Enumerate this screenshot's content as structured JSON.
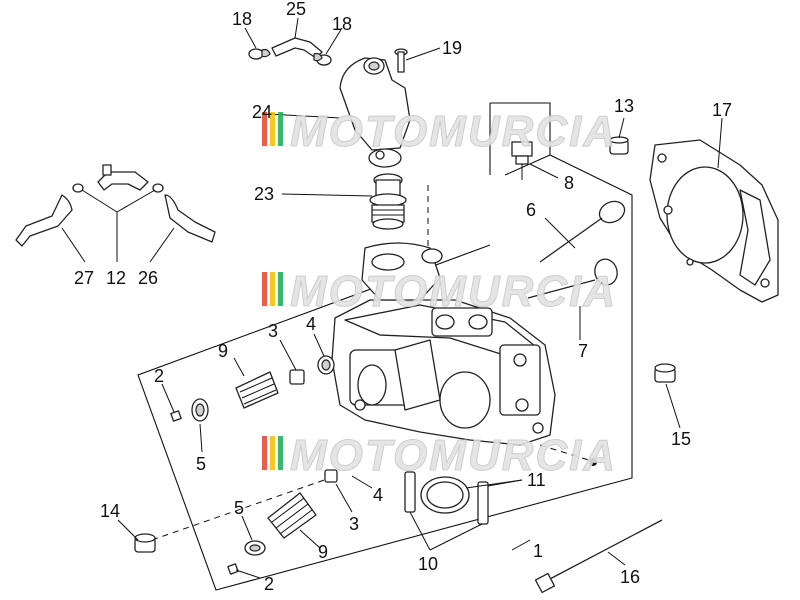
{
  "watermark": {
    "text": "MOTOMURCIA",
    "stripe_colors": [
      "#e74c3c",
      "#f1c40f",
      "#27ae60"
    ]
  },
  "callouts": {
    "n1": "1",
    "n2a": "2",
    "n2b": "2",
    "n3a": "3",
    "n3b": "3",
    "n4a": "4",
    "n4b": "4",
    "n5a": "5",
    "n5b": "5",
    "n6": "6",
    "n7": "7",
    "n8": "8",
    "n9a": "9",
    "n9b": "9",
    "n10": "10",
    "n11": "11",
    "n12": "12",
    "n13": "13",
    "n14": "14",
    "n15": "15",
    "n16": "16",
    "n17": "17",
    "n18a": "18",
    "n18b": "18",
    "n19": "19",
    "n23": "23",
    "n24": "24",
    "n25": "25",
    "n26": "26",
    "n27": "27"
  }
}
